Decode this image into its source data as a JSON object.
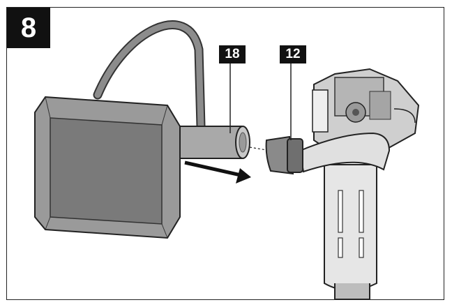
{
  "figure": {
    "step_number": "8",
    "callouts": [
      {
        "id": "18",
        "label": "18"
      },
      {
        "id": "12",
        "label": "12"
      }
    ]
  },
  "colors": {
    "outline": "#222222",
    "badge": "#111111",
    "part_dark": "#7a7a7a",
    "part_mid": "#a9a9a9",
    "part_light": "#dcdcdc"
  }
}
